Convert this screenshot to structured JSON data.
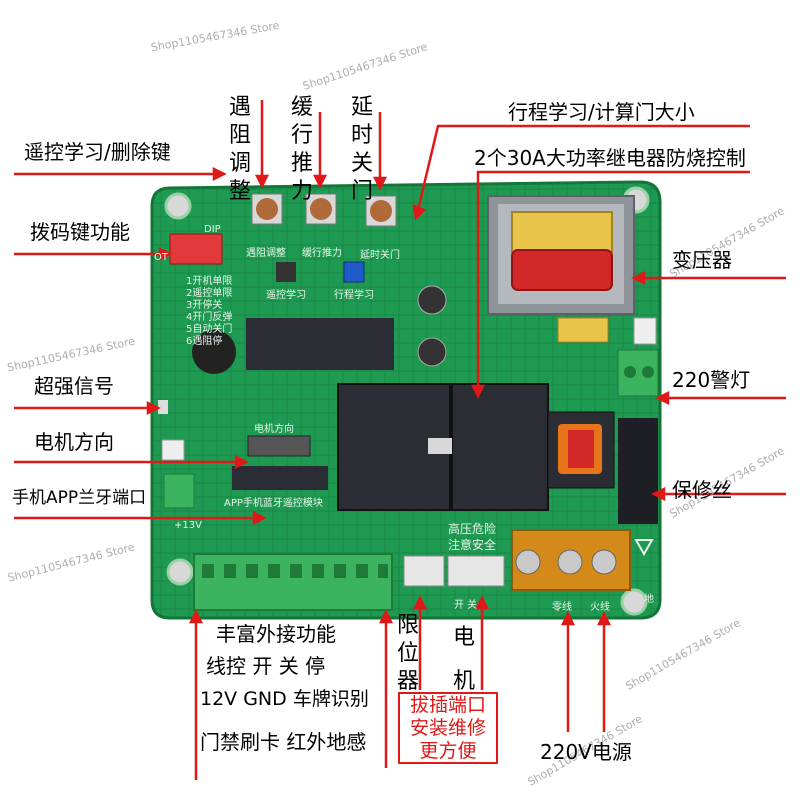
{
  "watermark": "Shop1105467346 Store",
  "labels": {
    "remote_learn": "遥控学习/删除键",
    "dip_function": "拨码键功能",
    "strong_signal": "超强信号",
    "motor_direction": "电机方向",
    "app_bluetooth": "手机APP兰牙端口",
    "speed_adjust": "遇阻调整",
    "soft_thrust": "缓行推力",
    "delay_close": "延时关门",
    "travel_learn": "行程学习/计算门大小",
    "relay": "2个30A大功率继电器防烧控制",
    "transformer": "变压器",
    "warning_lamp": "220警灯",
    "fuse": "保修丝",
    "rich_ext_functions": "丰富外接功能",
    "ext_line1": "线控 开 关 停",
    "ext_line2": "12V GND 车牌识别",
    "ext_line3": "门禁刷卡 红外地感",
    "limit_switch": "限位器",
    "motor": "电机",
    "power_220": "220V电源"
  },
  "red_box": {
    "line1": "拔插端口",
    "line2": "安装维修",
    "line3": "更方便"
  },
  "board_text": {
    "remote_btn": "遥控学习",
    "travel_btn": "行程学习",
    "pot1": "遇阻调整",
    "pot2": "缓行推力",
    "pot3": "延时关门",
    "motor_dir": "电机方向",
    "app_module": "APP手机蓝牙遥控模块",
    "high_voltage": "高压危险",
    "safety": "注意安全",
    "neutral": "零线",
    "live": "火线",
    "dip": "DIP",
    "ground": "地",
    "open_close": "开 关",
    "v13": "+13V",
    "dip_list": [
      "1开机单限",
      "2遥控单限",
      "3开停关",
      "4开门反弹",
      "5自动关门",
      "6遇阻停"
    ],
    "ot_label": "OT"
  },
  "colors": {
    "pcb": "#1f9a52",
    "pcb_dark": "#127a3c",
    "arrow": "#e01818",
    "terminal": "#3cb35e",
    "relay": "#2a2d33",
    "transformer_core": "#8f939a",
    "coil": "#d42828",
    "fuse_block": "#d48a18"
  },
  "icons": [
    "arrow-icon",
    "screw-hole-icon",
    "potentiometer-icon",
    "relay-icon",
    "transformer-icon",
    "terminal-block-icon",
    "ground-icon"
  ]
}
